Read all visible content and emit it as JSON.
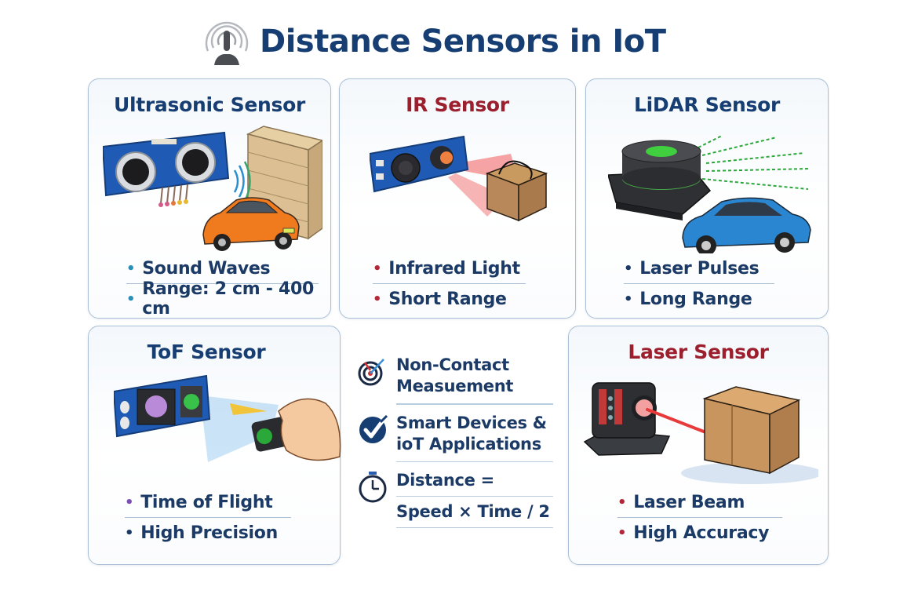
{
  "header": {
    "title": "Distance Sensors in IoT",
    "icon": "proximity-sensor-person-icon"
  },
  "colors": {
    "title_blue": "#173e72",
    "title_red": "#9c1f2e",
    "text": "#1b3a66",
    "card_border": "#a9c0d8",
    "dot_ultrasonic": "#2a8fb8",
    "dot_ir": "#b0283a",
    "dot_lidar": "#1b3a66",
    "dot_tof": "#7b4fb0",
    "dot_laser": "#b0283a"
  },
  "cards": [
    {
      "id": "ultrasonic",
      "title": "Ultrasonic Sensor",
      "illustration": "ultrasonic-sensor-wall-car-icon",
      "bullets": [
        "Sound Waves",
        "Range: 2 cm - 400 cm"
      ]
    },
    {
      "id": "ir",
      "title": "IR Sensor",
      "illustration": "ir-sensor-box-icon",
      "bullets": [
        "Infrared Light",
        "Short Range"
      ]
    },
    {
      "id": "lidar",
      "title": "LiDAR Sensor",
      "illustration": "lidar-sensor-car-icon",
      "bullets": [
        "Laser Pulses",
        "Long Range"
      ]
    },
    {
      "id": "tof",
      "title": "ToF Sensor",
      "illustration": "tof-sensor-hand-icon",
      "bullets": [
        "Time of Flight",
        "High Precision"
      ]
    },
    {
      "id": "laser",
      "title": "Laser Sensor",
      "illustration": "laser-sensor-box-icon",
      "bullets": [
        "Laser Beam",
        "High Accuracy"
      ]
    }
  ],
  "middle": {
    "items": [
      {
        "icon": "target-icon",
        "line1": "Non-Contact",
        "line2": "Measuement"
      },
      {
        "icon": "checkmark-icon",
        "line1": "Smart Devices &",
        "line2": "ioT Applications"
      },
      {
        "icon": "stopwatch-icon",
        "line1": "Distance =",
        "line2": "Speed × Time / 2"
      }
    ]
  }
}
